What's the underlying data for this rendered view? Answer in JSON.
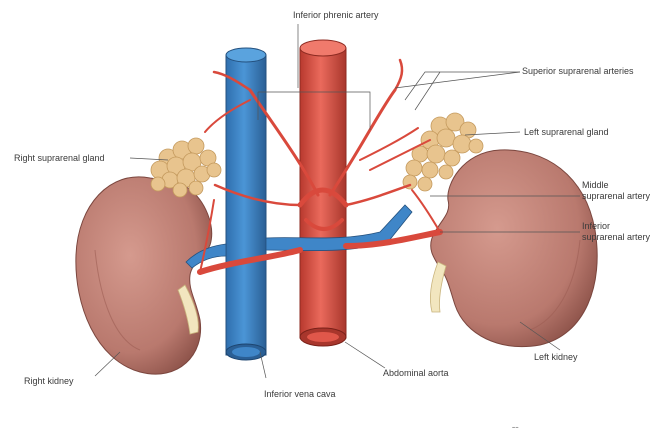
{
  "labels": {
    "inferior_phrenic_artery": "Inferior phrenic artery",
    "superior_suprarenal_arteries": "Superior suprarenal arteries",
    "left_suprarenal_gland": "Left suprarenal gland",
    "right_suprarenal_gland": "Right suprarenal gland",
    "middle_suprarenal_artery_line1": "Middle",
    "middle_suprarenal_artery_line2": "suprarenal artery",
    "inferior_suprarenal_artery_line1": "Inferior",
    "inferior_suprarenal_artery_line2": "suprarenal artery",
    "right_kidney": "Right kidney",
    "left_kidney": "Left kidney",
    "inferior_vena_cava": "Inferior vena cava",
    "abdominal_aorta": "Abdominal aorta"
  },
  "colors": {
    "vein": "#3f86c8",
    "vein_dark": "#2a5f95",
    "artery": "#e0574a",
    "artery_dark": "#a8362c",
    "kidney": "#b9796e",
    "kidney_dark": "#8a5047",
    "gland": "#e8c48e",
    "gland_dark": "#c49a5e",
    "ureter": "#f2e6bf",
    "leader": "#555555"
  }
}
